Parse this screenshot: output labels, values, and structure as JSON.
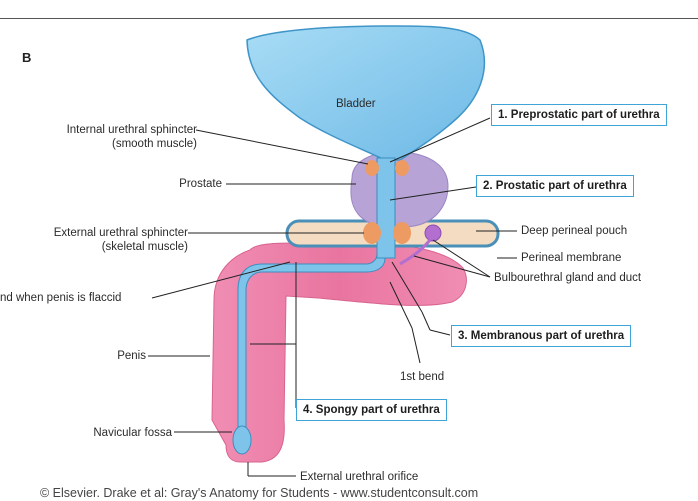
{
  "panel_label": "B",
  "labels": {
    "bladder": "Bladder",
    "internal_sphincter_1": "Internal urethral sphincter",
    "internal_sphincter_2": "(smooth muscle)",
    "prostate": "Prostate",
    "external_sphincter_1": "External urethral sphincter",
    "external_sphincter_2": "(skeletal muscle)",
    "deep_perineal_pouch": "Deep perineal pouch",
    "perineal_membrane": "Perineal membrane",
    "bulbourethral": "Bulbourethral gland and duct",
    "bend_flaccid": "nd when penis is flaccid",
    "penis": "Penis",
    "first_bend": "1st bend",
    "navicular_fossa": "Navicular fossa",
    "external_orifice": "External urethral orifice"
  },
  "boxes": {
    "preprostatic": "1. Preprostatic part of urethra",
    "prostatic": "2. Prostatic part of urethra",
    "membranous": "3. Membranous part of urethra",
    "spongy": "4. Spongy part of urethra"
  },
  "credit": "© Elsevier. Drake et al: Gray's Anatomy for Students - www.studentconsult.com",
  "colors": {
    "bladder": "#8fcff0",
    "urethra": "#7ec4ea",
    "prostate": "#b7a3d6",
    "sphincter": "#ee9a63",
    "membrane": "#f3dcc1",
    "penis": "#ec7fa8",
    "box_border": "#3fa4d8"
  }
}
